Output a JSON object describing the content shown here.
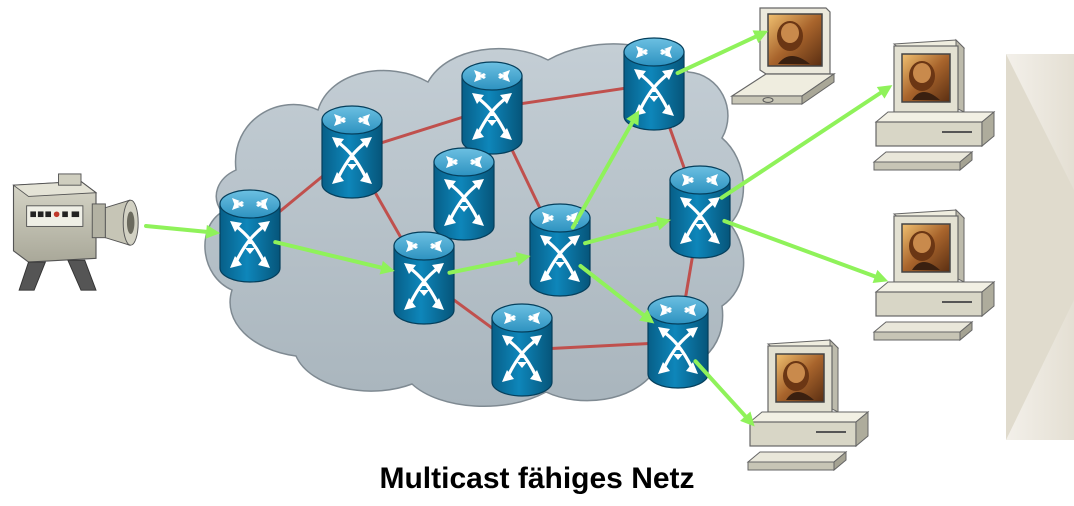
{
  "diagram": {
    "caption": "Multicast fähiges Netz",
    "colors": {
      "cloud": "#b3bfc7",
      "cloud_edge": "#7a858c",
      "router_top": "#3f9ec9",
      "router_body": "#0b78a8",
      "link_red": "#c0504d",
      "link_green": "#8ff25a",
      "arrow_panel": "#ece8df"
    },
    "nodes": [
      {
        "id": "camera",
        "kind": "video-camera"
      },
      {
        "id": "r1",
        "kind": "router"
      },
      {
        "id": "r2",
        "kind": "router"
      },
      {
        "id": "r3",
        "kind": "router"
      },
      {
        "id": "r4",
        "kind": "router"
      },
      {
        "id": "r5",
        "kind": "router"
      },
      {
        "id": "r6",
        "kind": "router"
      },
      {
        "id": "r7",
        "kind": "router"
      },
      {
        "id": "r8",
        "kind": "router"
      },
      {
        "id": "r9",
        "kind": "router"
      },
      {
        "id": "r10",
        "kind": "router"
      },
      {
        "id": "laptop",
        "kind": "laptop"
      },
      {
        "id": "pc1",
        "kind": "desktop-pc"
      },
      {
        "id": "pc2",
        "kind": "desktop-pc"
      },
      {
        "id": "pc3",
        "kind": "desktop-pc"
      }
    ],
    "links": [
      {
        "from": "r1",
        "to": "r2",
        "type": "plain"
      },
      {
        "from": "r2",
        "to": "r5",
        "type": "plain"
      },
      {
        "from": "r2",
        "to": "r3",
        "type": "plain"
      },
      {
        "from": "r3",
        "to": "r8",
        "type": "plain"
      },
      {
        "from": "r3",
        "to": "r6",
        "type": "plain"
      },
      {
        "from": "r6",
        "to": "r9",
        "type": "plain"
      },
      {
        "from": "r5",
        "to": "r7",
        "type": "plain"
      },
      {
        "from": "r7",
        "to": "r10",
        "type": "plain"
      },
      {
        "from": "r8",
        "to": "r9",
        "type": "plain"
      },
      {
        "from": "r9",
        "to": "r10",
        "type": "plain"
      },
      {
        "from": "camera",
        "to": "r1",
        "type": "multicast"
      },
      {
        "from": "r1",
        "to": "r5",
        "type": "multicast"
      },
      {
        "from": "r5",
        "to": "r6",
        "type": "multicast"
      },
      {
        "from": "r6",
        "to": "r8",
        "type": "multicast"
      },
      {
        "from": "r6",
        "to": "r9",
        "type": "multicast"
      },
      {
        "from": "r6",
        "to": "r10",
        "type": "multicast"
      },
      {
        "from": "r8",
        "to": "laptop",
        "type": "multicast"
      },
      {
        "from": "r9",
        "to": "pc1",
        "type": "multicast"
      },
      {
        "from": "r9",
        "to": "pc2",
        "type": "multicast"
      },
      {
        "from": "r10",
        "to": "pc3",
        "type": "multicast"
      }
    ]
  }
}
